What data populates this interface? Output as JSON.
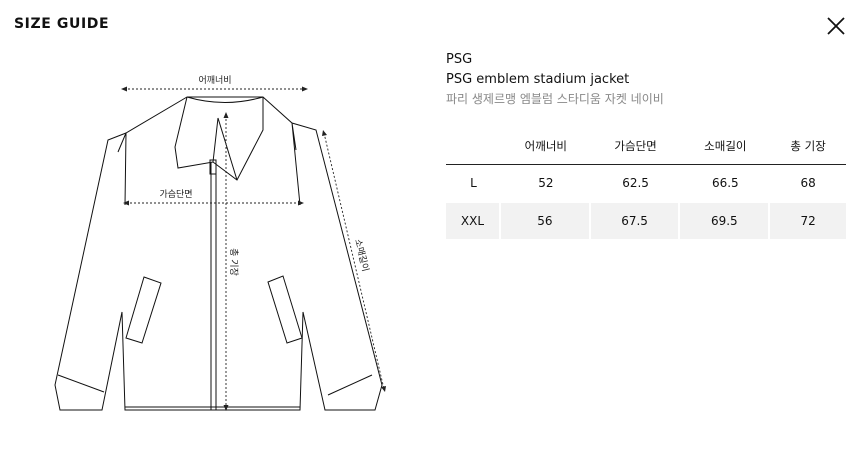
{
  "header": {
    "title": "SIZE GUIDE",
    "close_icon": "close-icon"
  },
  "diagram": {
    "shoulder_label": "어깨너비",
    "chest_label": "가슴단면",
    "length_label": "총 기장",
    "sleeve_label": "소매길이"
  },
  "product": {
    "brand": "PSG",
    "name": "PSG emblem stadium jacket",
    "name_ko": "파리 생제르맹 엠블럼 스타디움 자켓 네이비"
  },
  "size_table": {
    "headers": [
      "",
      "어깨너비",
      "가슴단면",
      "소매길이",
      "총 기장"
    ],
    "rows": [
      {
        "size": "L",
        "values": [
          "52",
          "62.5",
          "66.5",
          "68"
        ]
      },
      {
        "size": "XXL",
        "values": [
          "56",
          "67.5",
          "69.5",
          "72"
        ]
      }
    ]
  }
}
